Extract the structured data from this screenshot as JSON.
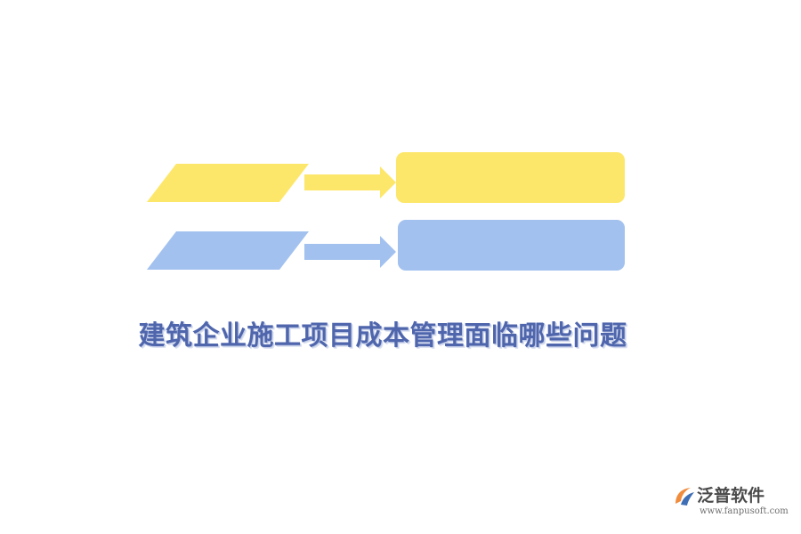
{
  "title": "建筑企业施工项目成本管理面临哪些问题",
  "rows": [
    {
      "color": "#fde76b"
    },
    {
      "color": "#a2c1ef"
    }
  ],
  "colors": {
    "title": "#4f66ad",
    "logo_orange": "#f08c3c",
    "logo_blue": "#3e6fb5"
  },
  "logo": {
    "name": "泛普软件",
    "url": "www.fanpusoft.com",
    "icon": "fanpu-logo-icon"
  }
}
